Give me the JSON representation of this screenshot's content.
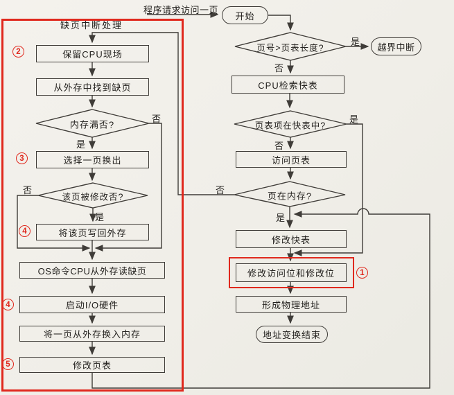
{
  "colors": {
    "background": "#f1efe9",
    "line": "#3f3c38",
    "text": "#24221f",
    "annotation_red": "#e0281d"
  },
  "flow": {
    "entry_label": "程序请求访问一页",
    "fault_handler_title": "缺页中断处理",
    "yes": "是",
    "no": "否"
  },
  "right_column": {
    "start": "开始",
    "check_bounds": "页号>页表长度?",
    "bounds_interrupt": "越界中断",
    "search_tlb": "CPU检索快表",
    "tlb_hit": "页表项在快表中?",
    "access_page_table": "访问页表",
    "page_in_memory": "页在内存?",
    "update_tlb": "修改快表",
    "update_bits": "修改访问位和修改位",
    "form_physical_address": "形成物理地址",
    "end": "地址变换结束"
  },
  "left_column": {
    "save_cpu_state": "保留CPU现场",
    "find_page_on_disk": "从外存中找到缺页",
    "memory_full": "内存满否?",
    "select_victim_page": "选择一页换出",
    "page_modified": "该页被修改否?",
    "write_page_back": "将该页写回外存",
    "os_read_page": "OS命令CPU从外存读缺页",
    "start_io": "启动I/O硬件",
    "swap_page_in": "将一页从外存换入内存",
    "update_page_table": "修改页表"
  },
  "markers": {
    "m1": "1",
    "m2": "2",
    "m3": "3",
    "m4a": "4",
    "m4b": "4",
    "m5": "5"
  }
}
